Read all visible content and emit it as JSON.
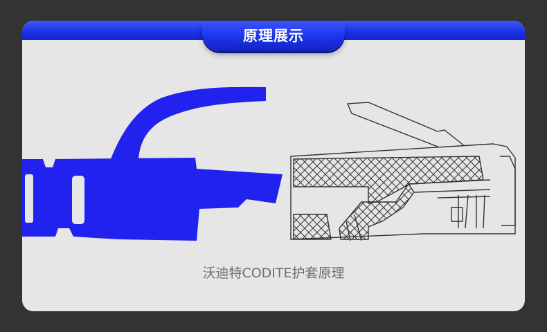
{
  "header": {
    "title": "原理展示"
  },
  "illustration": {
    "left_figure": "connector-boot-silhouette",
    "right_figure": "connector-cross-section-diagram",
    "boot_color": "#2222ee",
    "line_color": "#333333"
  },
  "caption": {
    "text": "沃迪特CODITE护套原理"
  },
  "colors": {
    "background": "#333333",
    "panel": "#e6e6e6",
    "accent_blue": "#1b33ea",
    "caption_gray": "#6e6e6e"
  }
}
